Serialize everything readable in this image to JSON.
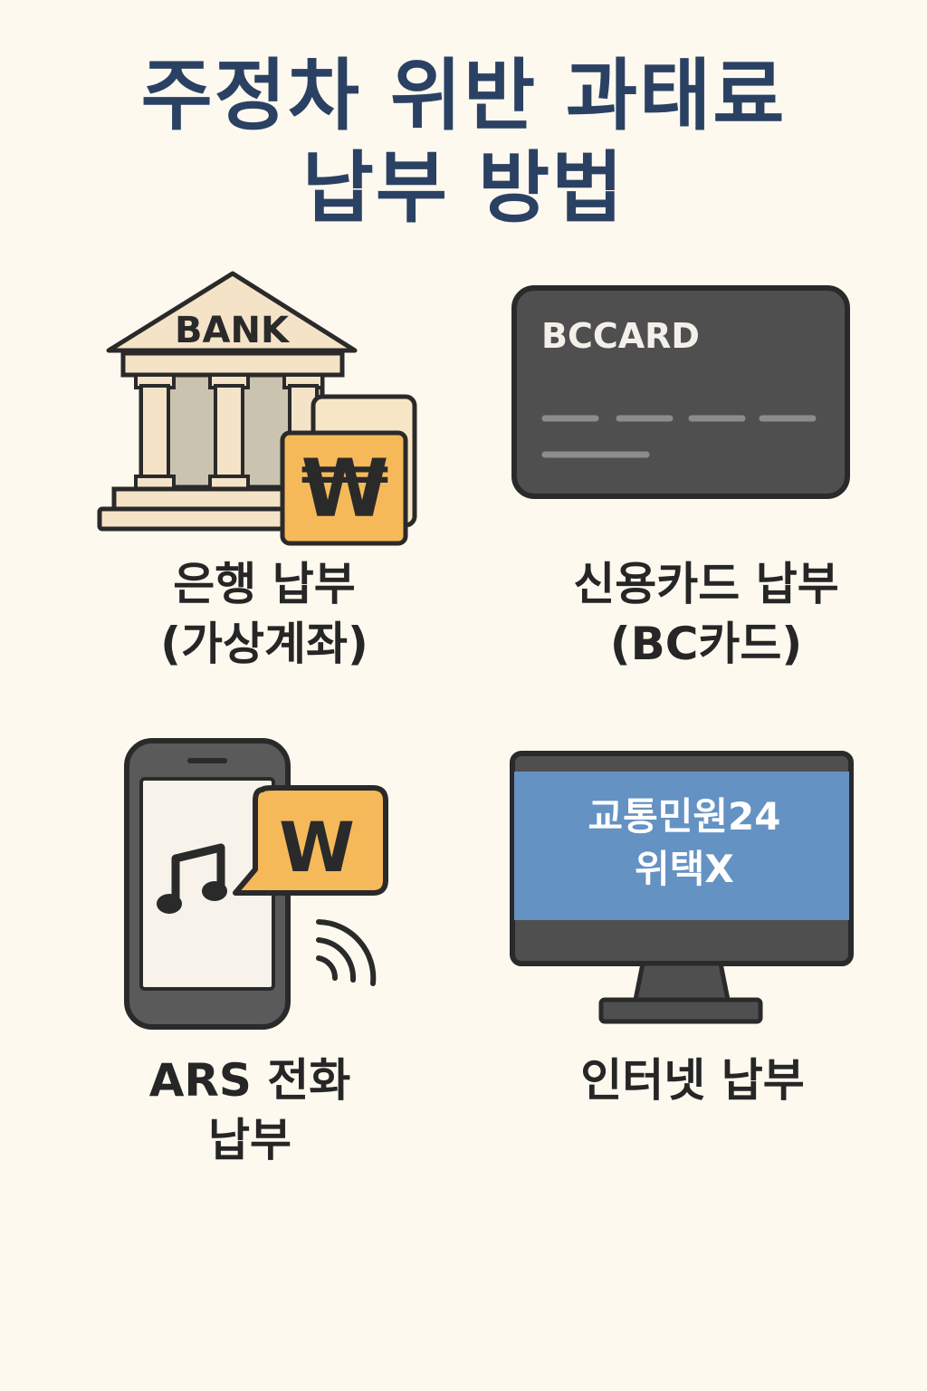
{
  "title": {
    "line1": "주정차 위반 과태료",
    "line2": "납부 방법"
  },
  "methods": [
    {
      "icon": "bank-icon",
      "icon_text": "BANK",
      "badge_symbol": "₩",
      "label_line1": "은행 납부",
      "label_line2": "(가상계좌)"
    },
    {
      "icon": "credit-card-icon",
      "icon_text": "BCCARD",
      "label_line1": "신용카드 납부",
      "label_line2": "(BC카드)"
    },
    {
      "icon": "smartphone-icon",
      "badge_symbol": "W",
      "label_line1": "ARS 전화",
      "label_line2": "납부"
    },
    {
      "icon": "monitor-icon",
      "screen_line1": "교통민원24",
      "screen_line2": "위택X",
      "label_line1": "인터넷 납부"
    }
  ],
  "colors": {
    "background": "#fdf9ef",
    "title": "#2b4163",
    "accent_orange": "#f6b95a",
    "card_gray": "#4f4f4f",
    "screen_blue": "#6492c3"
  }
}
